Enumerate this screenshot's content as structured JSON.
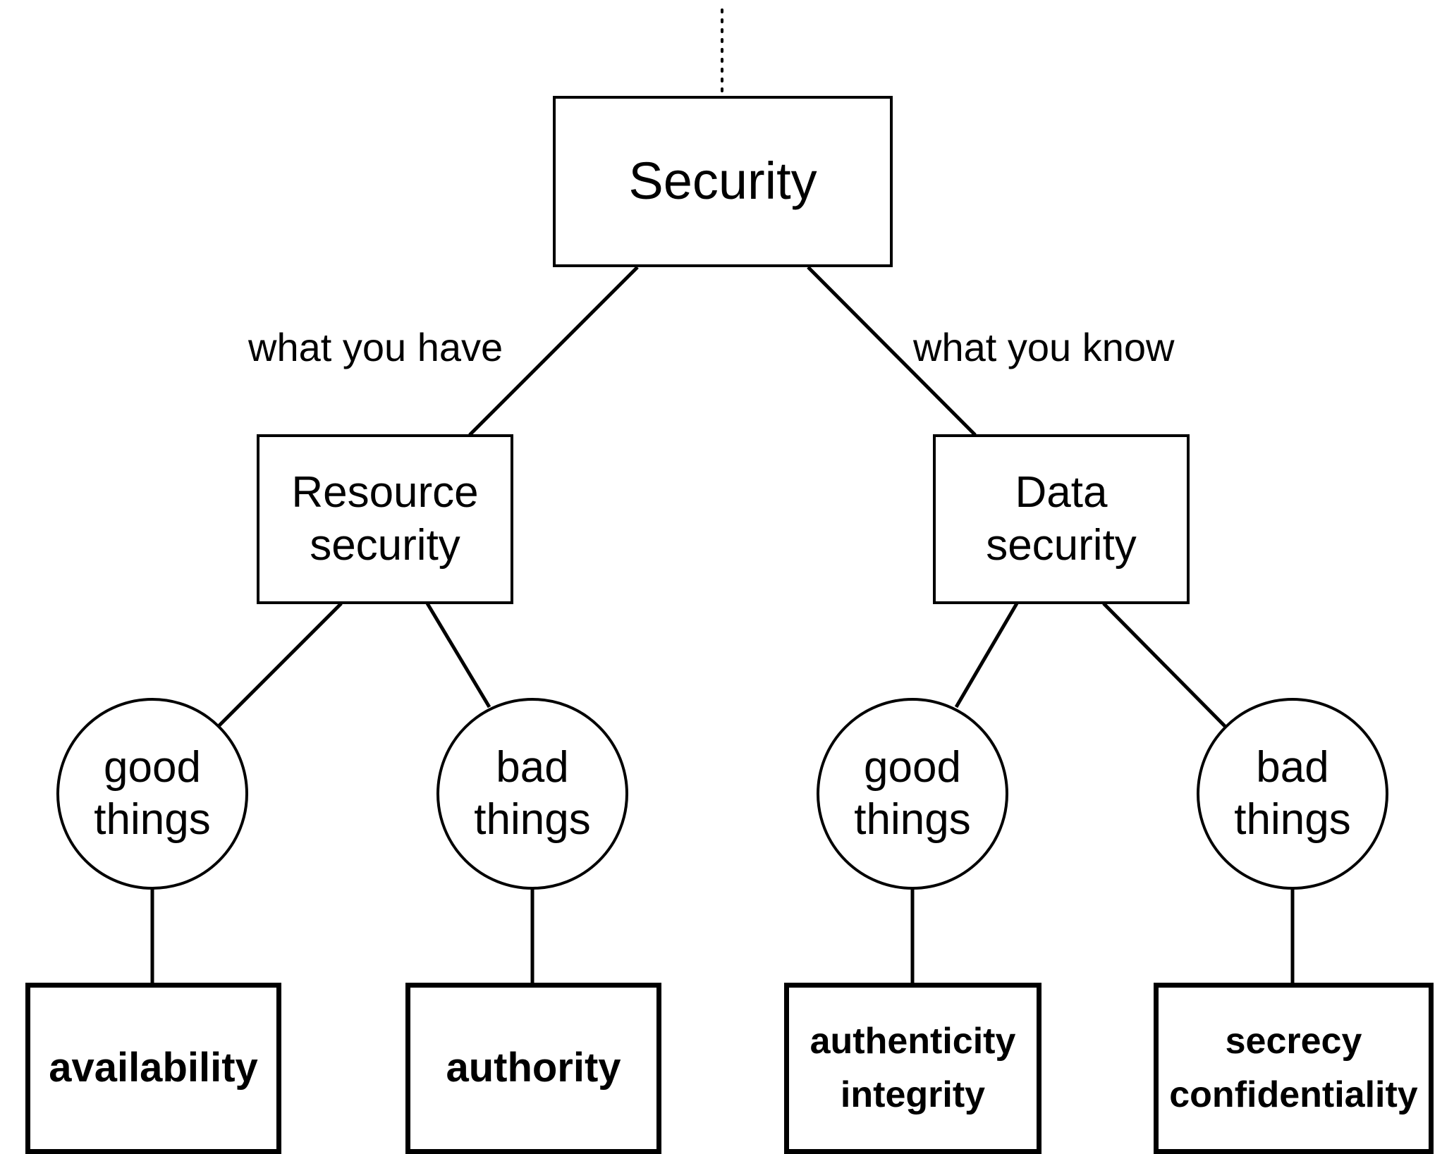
{
  "root": {
    "label": "Security"
  },
  "edge_labels": {
    "left": "what you have",
    "right": "what you know"
  },
  "branches": [
    {
      "label_line1": "Resource",
      "label_line2": "security",
      "children": [
        {
          "circle_line1": "good",
          "circle_line2": "things",
          "leaf": [
            "availability"
          ]
        },
        {
          "circle_line1": "bad",
          "circle_line2": "things",
          "leaf": [
            "authority"
          ]
        }
      ]
    },
    {
      "label_line1": "Data",
      "label_line2": "security",
      "children": [
        {
          "circle_line1": "good",
          "circle_line2": "things",
          "leaf": [
            "authenticity",
            "integrity"
          ]
        },
        {
          "circle_line1": "bad",
          "circle_line2": "things",
          "leaf": [
            "secrecy",
            "confidentiality"
          ]
        }
      ]
    }
  ]
}
